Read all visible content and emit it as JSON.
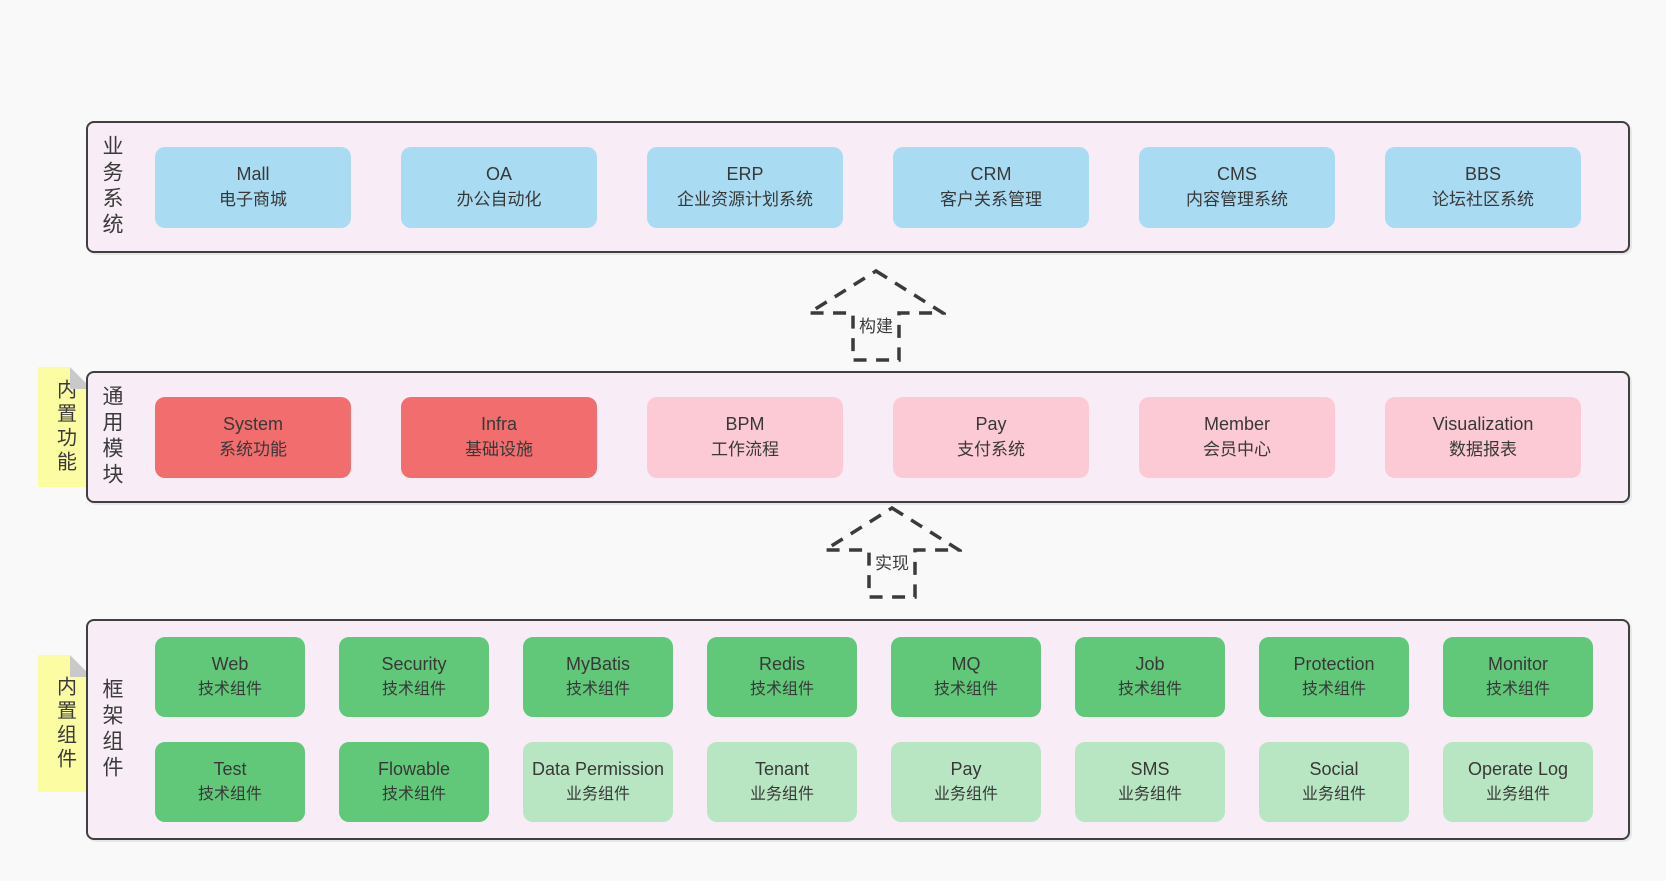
{
  "colors": {
    "page_bg": "#f9f9f9",
    "panel_bg": "#f8edf6",
    "panel_border": "#404040",
    "blue": "#a9dbf2",
    "red": "#f26d6d",
    "pink": "#fbcad4",
    "green_dark": "#61c879",
    "green_light": "#b9e6c2",
    "sticky_yellow": "#fcfca3",
    "fold_gray": "#c9c9c9",
    "text": "#3d3d3d"
  },
  "arrows": [
    {
      "label": "构建"
    },
    {
      "label": "实现"
    }
  ],
  "stickies": [
    {
      "label": "内置功能"
    },
    {
      "label": "内置组件"
    }
  ],
  "layers": {
    "business": {
      "label": "业务系统",
      "boxes": [
        {
          "en": "Mall",
          "zh": "电子商城"
        },
        {
          "en": "OA",
          "zh": "办公自动化"
        },
        {
          "en": "ERP",
          "zh": "企业资源计划系统"
        },
        {
          "en": "CRM",
          "zh": "客户关系管理"
        },
        {
          "en": "CMS",
          "zh": "内容管理系统"
        },
        {
          "en": "BBS",
          "zh": "论坛社区系统"
        }
      ]
    },
    "modules": {
      "label": "通用模块",
      "boxes": [
        {
          "en": "System",
          "zh": "系统功能"
        },
        {
          "en": "Infra",
          "zh": "基础设施"
        },
        {
          "en": "BPM",
          "zh": "工作流程"
        },
        {
          "en": "Pay",
          "zh": "支付系统"
        },
        {
          "en": "Member",
          "zh": "会员中心"
        },
        {
          "en": "Visualization",
          "zh": "数据报表"
        }
      ]
    },
    "framework": {
      "label": "框架组件",
      "row1": [
        {
          "en": "Web",
          "zh": "技术组件"
        },
        {
          "en": "Security",
          "zh": "技术组件"
        },
        {
          "en": "MyBatis",
          "zh": "技术组件"
        },
        {
          "en": "Redis",
          "zh": "技术组件"
        },
        {
          "en": "MQ",
          "zh": "技术组件"
        },
        {
          "en": "Job",
          "zh": "技术组件"
        },
        {
          "en": "Protection",
          "zh": "技术组件"
        },
        {
          "en": "Monitor",
          "zh": "技术组件"
        }
      ],
      "row2": [
        {
          "en": "Test",
          "zh": "技术组件"
        },
        {
          "en": "Flowable",
          "zh": "技术组件"
        },
        {
          "en": "Data Permission",
          "zh": "业务组件"
        },
        {
          "en": "Tenant",
          "zh": "业务组件"
        },
        {
          "en": "Pay",
          "zh": "业务组件"
        },
        {
          "en": "SMS",
          "zh": "业务组件"
        },
        {
          "en": "Social",
          "zh": "业务组件"
        },
        {
          "en": "Operate Log",
          "zh": "业务组件"
        }
      ]
    }
  }
}
